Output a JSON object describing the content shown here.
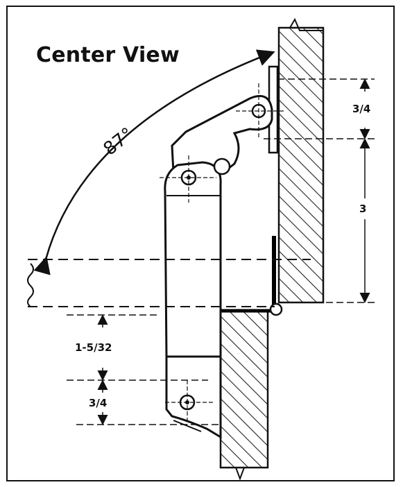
{
  "title": "Center View",
  "labels": {
    "angle": "87°",
    "dim_top": "3/4",
    "dim_middle": "3",
    "dim_gap": "1-5/32",
    "dim_bottom": "3/4"
  }
}
